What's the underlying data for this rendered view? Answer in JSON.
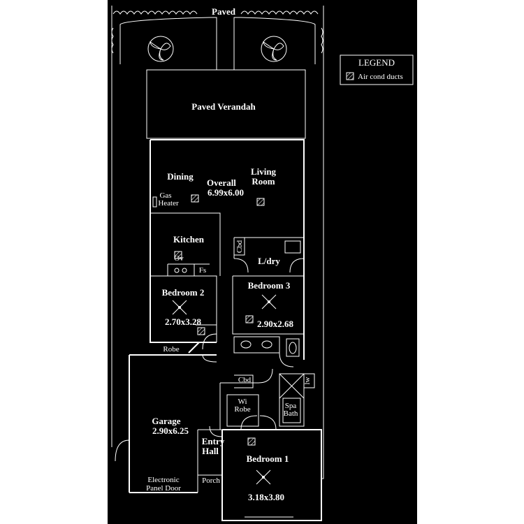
{
  "plan": {
    "paved": "Paved",
    "verandah": "Paved Verandah",
    "dining": "Dining",
    "overall_label": "Overall",
    "overall_dims": "6.99x6.00",
    "living_line1": "Living",
    "living_line2": "Room",
    "gas_heater_line1": "Gas",
    "gas_heater_line2": "Heater",
    "kitchen": "Kitchen",
    "oven": "Ov",
    "fridge": "Fs",
    "cbd_laundry": "Cbd",
    "laundry": "L/dry",
    "bedroom2": "Bedroom 2",
    "bedroom2_dims": "2.70x3.28",
    "bedroom3": "Bedroom 3",
    "bedroom3_dims": "2.90x2.68",
    "robe": "Robe",
    "cbd_hall": "Cbd",
    "wi_line1": "Wi",
    "wi_line2": "Robe",
    "spa_line1": "Spa",
    "spa_line2": "Bath",
    "wc": "lw",
    "garage": "Garage",
    "garage_dims": "2.90x6.25",
    "entry_line1": "Entry",
    "entry_line2": "Hall",
    "bedroom1": "Bedroom 1",
    "bedroom1_dims": "3.18x3.80",
    "porch": "Porch",
    "panel_door_line1": "Electronic",
    "panel_door_line2": "Panel Door"
  },
  "legend": {
    "title": "LEGEND",
    "item": "Air cond ducts"
  }
}
